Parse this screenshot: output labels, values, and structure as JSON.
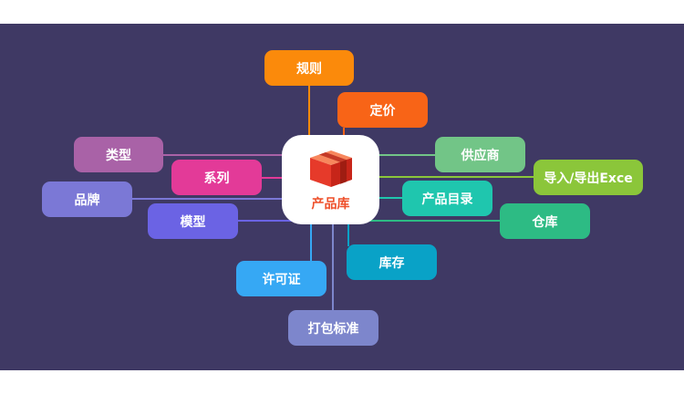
{
  "hub": {
    "label": "产品库",
    "icon": "box-icon",
    "color": "#ee4f2a"
  },
  "nodes": {
    "rules": {
      "label": "规则",
      "color": "#fb8a0b"
    },
    "pricing": {
      "label": "定价",
      "color": "#f86417"
    },
    "category": {
      "label": "类型",
      "color": "#a962a7"
    },
    "series": {
      "label": "系列",
      "color": "#e33a98"
    },
    "brand": {
      "label": "品牌",
      "color": "#7b78d6"
    },
    "model": {
      "label": "模型",
      "color": "#6b63e4"
    },
    "supplier": {
      "label": "供应商",
      "color": "#72c587"
    },
    "import_export": {
      "label": "导入/导出Exce",
      "color": "#8bc63a"
    },
    "catalog": {
      "label": "产品目录",
      "color": "#1fc6ae"
    },
    "warehouse": {
      "label": "仓库",
      "color": "#2dbb84"
    },
    "inventory": {
      "label": "库存",
      "color": "#09a2c7"
    },
    "license": {
      "label": "许可证",
      "color": "#36a8f4"
    },
    "packaging": {
      "label": "打包标准",
      "color": "#7d86cc"
    }
  }
}
